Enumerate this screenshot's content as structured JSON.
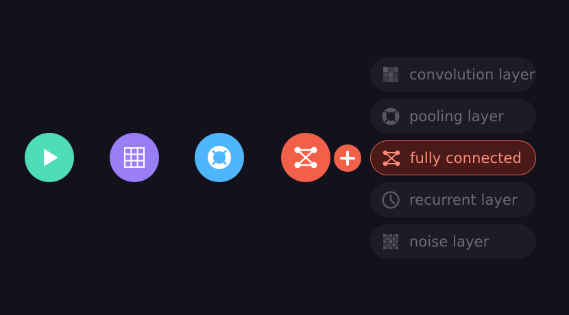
{
  "pipeline": {
    "nodes": [
      {
        "id": "start",
        "icon": "play-icon",
        "color": "#4fdcb8"
      },
      {
        "id": "convolution",
        "icon": "grid-icon",
        "color": "#9a7ef6"
      },
      {
        "id": "pooling",
        "icon": "ring-icon",
        "color": "#4fb6fb"
      },
      {
        "id": "fully-connected",
        "icon": "network-icon",
        "color": "#f2604a"
      }
    ],
    "connectors": [
      {
        "from_color": "#4fa4c6",
        "to_color": "#6270d6"
      },
      {
        "from_color": "#6c6fe0",
        "to_color": "#4f84e6"
      },
      {
        "from_color": "#4f86c4",
        "to_color": "#c96653"
      }
    ],
    "add_button": {
      "icon": "plus-icon",
      "color": "#f2604a"
    }
  },
  "layer_menu": {
    "items": [
      {
        "label": "convolution layer",
        "icon": "grid-squares-icon",
        "active": false
      },
      {
        "label": "pooling layer",
        "icon": "ring-icon",
        "active": false
      },
      {
        "label": "fully connected",
        "icon": "network-icon",
        "active": true
      },
      {
        "label": "recurrent layer",
        "icon": "clock-icon",
        "active": false
      },
      {
        "label": "noise layer",
        "icon": "noise-icon",
        "active": false
      }
    ]
  },
  "colors": {
    "background": "#13111b",
    "menu_item_bg": "#1d1b24",
    "menu_item_text": "#6d6a74",
    "active_bg": "#4a1a18",
    "active_border": "#e05f4d",
    "active_text": "#ff8d7a"
  }
}
